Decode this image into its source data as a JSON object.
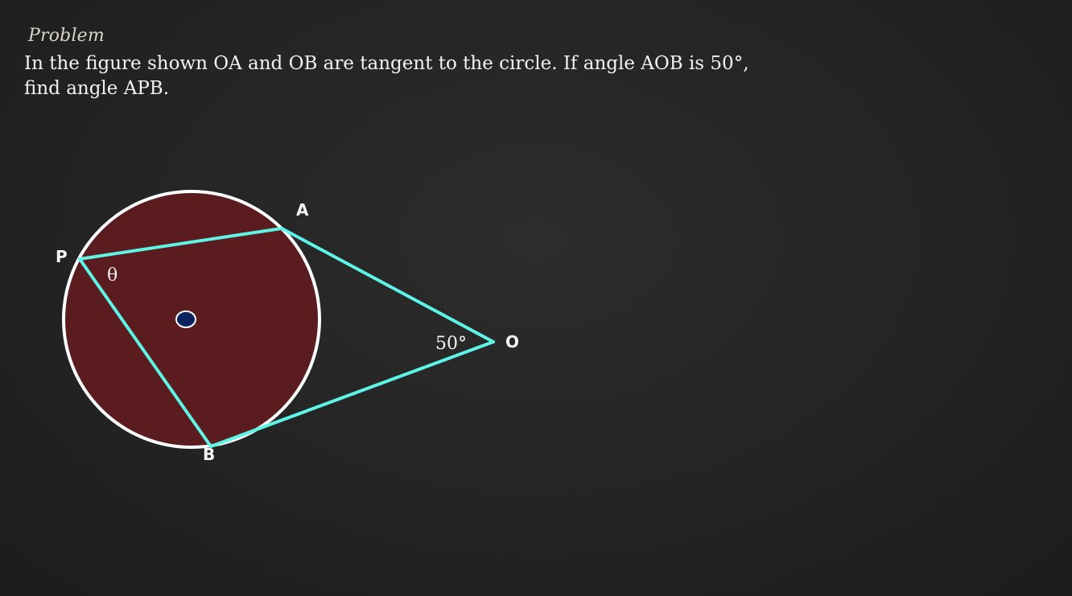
{
  "slide": {
    "heading": "Problem",
    "text_line1": "In the figure shown OA and OB are tangent to the circle. If angle AOB is 50°,",
    "text_line2": "find angle APB."
  },
  "figure": {
    "points": {
      "P": "P",
      "A": "A",
      "B": "B",
      "O": "O"
    },
    "angle_at_P": "θ",
    "angle_at_O": "50°",
    "colors": {
      "circle_fill": "#5a1c1f",
      "circle_stroke": "#ffffff",
      "lines": "#5ff5e6",
      "center_dot": "#0b2460",
      "text": "#f4f4f4"
    }
  }
}
